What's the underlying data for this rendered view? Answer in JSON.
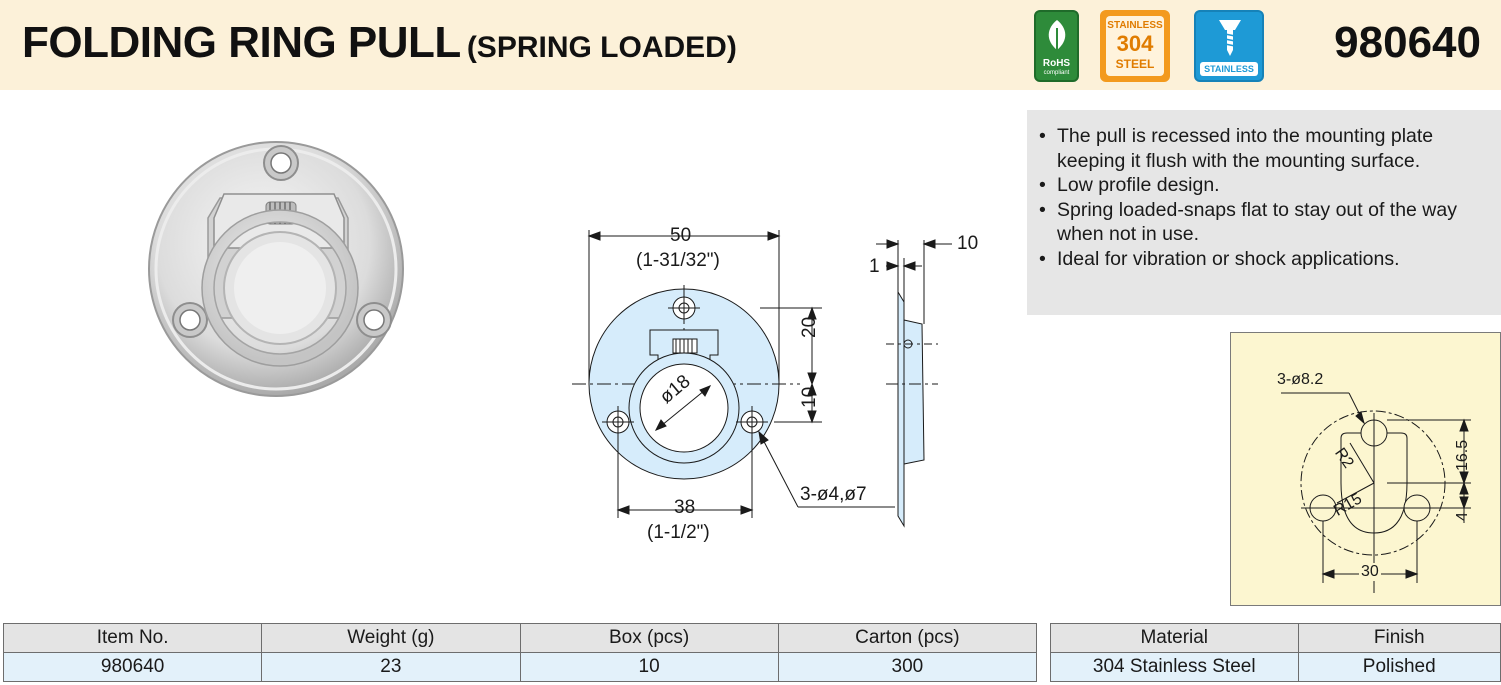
{
  "header": {
    "title_main": "FOLDING RING PULL",
    "title_sub": "(SPRING LOADED)",
    "part_number": "980640",
    "badges": {
      "rohs_line1": "RoHS",
      "rohs_line2": "compliant",
      "steel_line1": "STAINLESS",
      "steel_line2": "304",
      "steel_line3": "STEEL",
      "screw_label": "STAINLESS"
    },
    "colors": {
      "header_bg": "#fcf1d9",
      "rohs": "#2e8b3a",
      "steel304": "#f39a1e",
      "stainless": "#1e9ad6"
    }
  },
  "features": [
    "The pull is recessed into the mounting plate keeping it flush with the mounting surface.",
    "Low profile design.",
    "Spring loaded-snaps flat to stay out of the way when not in use.",
    "Ideal for vibration or shock applications."
  ],
  "drawing": {
    "width_mm": "50",
    "width_in": "(1-31/32\")",
    "hole_span_mm": "38",
    "hole_span_in": "(1-1/2\")",
    "ring_dia": "ø18",
    "dim_20": "20",
    "dim_10": "10",
    "holes": "3-ø4,ø7",
    "side_height": "10",
    "side_thickness": "1"
  },
  "mounting": {
    "holes": "3-ø8.2",
    "r2": "R2",
    "r15": "R15",
    "dim_16_5": "16.5",
    "dim_4": "4",
    "dim_30": "30"
  },
  "tables": {
    "spec": {
      "headers": [
        "Item No.",
        "Weight (g)",
        "Box (pcs)",
        "Carton (pcs)"
      ],
      "row": [
        "980640",
        "23",
        "10",
        "300"
      ]
    },
    "material": {
      "headers": [
        "Material",
        "Finish"
      ],
      "row": [
        "304 Stainless Steel",
        "Polished"
      ]
    }
  }
}
